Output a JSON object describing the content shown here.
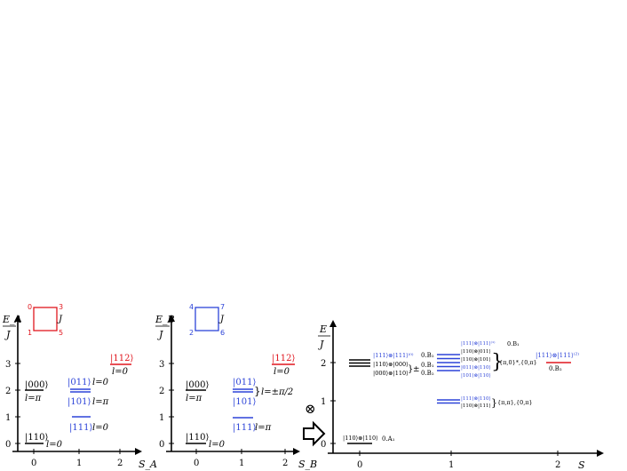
{
  "colors": {
    "black": "#000000",
    "blue": "#2d44d8",
    "red": "#e0161e"
  },
  "panel_a": {
    "ylabel_top": "E_A",
    "ylabel_bottom": "J",
    "xlabel": "S_A",
    "yticks": [
      "0",
      "1",
      "2",
      "3"
    ],
    "xticks": [
      "0",
      "1",
      "2"
    ],
    "square": {
      "c_tl": "0",
      "c_tr": "3",
      "c_bl": "1",
      "c_br": "5",
      "edge": "J"
    },
    "levels": {
      "k110": "|110⟩",
      "k110_l": "l=0",
      "k000": "|000⟩",
      "k000_l": "l=π",
      "k011": "|011⟩",
      "k011_l": "l=0",
      "k101": "|101⟩",
      "k101_l": "l=π",
      "k111": "|111⟩",
      "k111_l": "l=0",
      "k112": "|112⟩",
      "k112_l": "l=0"
    }
  },
  "panel_b": {
    "ylabel_top": "E_B",
    "ylabel_bottom": "J",
    "xlabel": "S_B",
    "yticks": [
      "0",
      "1",
      "2",
      "3"
    ],
    "xticks": [
      "0",
      "1",
      "2"
    ],
    "square": {
      "c_tl": "4",
      "c_tr": "7",
      "c_bl": "2",
      "c_br": "6",
      "edge": "J"
    },
    "levels": {
      "k110": "|110⟩",
      "k110_l": "l=0",
      "k000": "|000⟩",
      "k000_l": "l=π",
      "k011": "|011⟩",
      "k101": "|101⟩",
      "pair_l": "l=±π/2",
      "k111": "|111⟩",
      "k111_l": "l=π",
      "k112": "|112⟩",
      "k112_l": "l=0"
    }
  },
  "otimes": "⊗",
  "panel_c": {
    "ylabel_top": "E",
    "ylabel_bottom": "J",
    "xlabel": "S",
    "yticks": [
      "0",
      "1",
      "2"
    ],
    "xticks": [
      "0",
      "1",
      "2"
    ],
    "s0": {
      "ground": "|110⟩⊗|110⟩",
      "ground_sym": "0.A₁",
      "a": "|111⟩⊗|111⟩⁽⁰⁾",
      "a_sym": "0.B₂",
      "b": "|110⟩⊗|000⟩",
      "c": "|000⟩⊗|110⟩",
      "pm": "±",
      "pm_sym1": "0.B₁",
      "pm_sym2": "0.B₂"
    },
    "s1": {
      "top": "|111⟩⊗|111⟩⁽¹⁾",
      "top_sym": "0.B₁",
      "r2": "|110⟩⊗|011⟩",
      "r3": "|110⟩⊗|101⟩",
      "r4": "|011⟩⊗|110⟩",
      "r5": "|101⟩⊗|110⟩",
      "brace_label": "{π,0}*,{0,π}",
      "m1": "|111⟩⊗|110⟩",
      "m2": "|110⟩⊗|111⟩",
      "m_label": "{π,π},{0,π}"
    },
    "s2": {
      "a": "|111⟩⊗|111⟩⁽²⁾",
      "sym": "0.B₂"
    }
  }
}
